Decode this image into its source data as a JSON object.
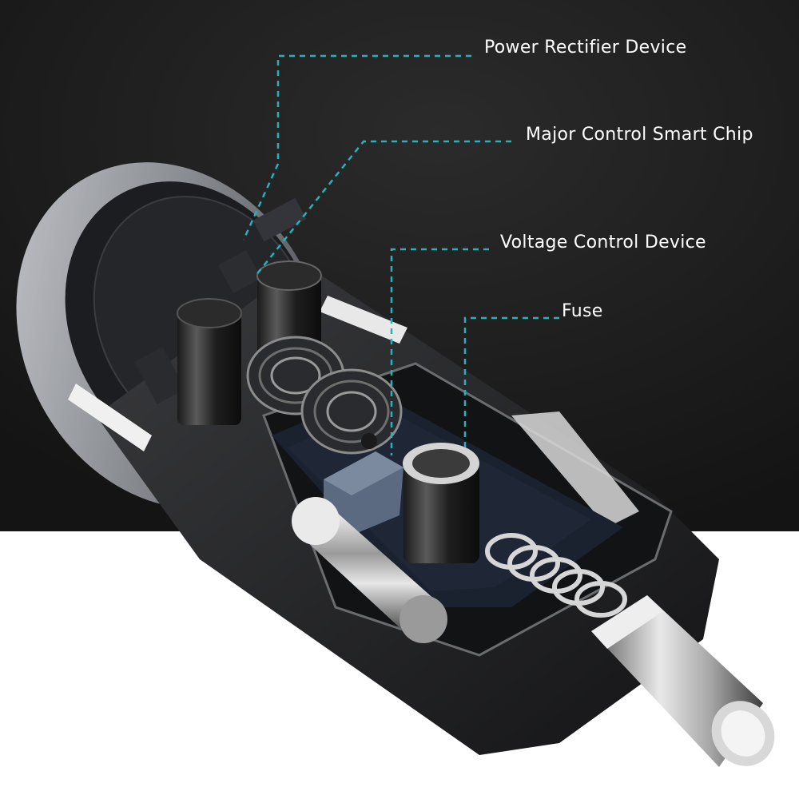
{
  "colors": {
    "background_dark": "#1b1b1b",
    "background_light": "#ffffff",
    "callout_line": "#2ab0b8",
    "label_text": "#ffffff"
  },
  "callouts": [
    {
      "id": "power-rectifier",
      "label": "Power Rectifier Device"
    },
    {
      "id": "major-control-chip",
      "label": "Major Control Smart Chip"
    },
    {
      "id": "voltage-control",
      "label": "Voltage Control Device"
    },
    {
      "id": "fuse",
      "label": "Fuse"
    }
  ]
}
